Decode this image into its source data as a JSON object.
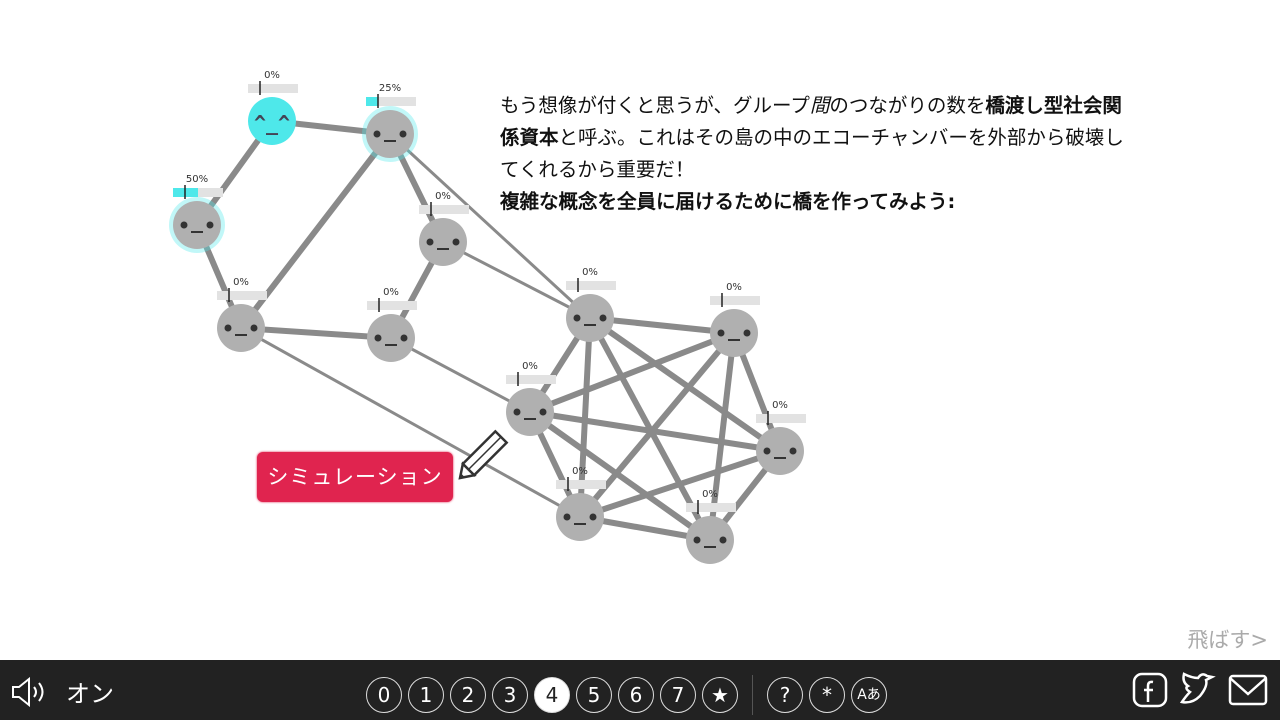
{
  "paragraph": {
    "p1_a": "もう想像が付くと思うが、グループ",
    "p1_em": "間",
    "p1_b": "のつながりの数を",
    "p1_bold": "橋渡し型社会関係資本",
    "p1_c": "と呼ぶ。これはその島の中のエコーチャンバーを外部から破壊してくれるから重要だ！",
    "p2_bold": "複雑な概念を全員に届けるために橋を作ってみよう:"
  },
  "simulate_button": "シミュレーション",
  "skip_link": "飛ばす>",
  "colors": {
    "infected": "#4ee8ea",
    "node": "#b0b0b0",
    "edge": "#8a8a8a",
    "button": "#e0244f",
    "bar": "#222222"
  },
  "graph": {
    "nodes": [
      {
        "label": "0%",
        "fill": 0,
        "face": "^_^",
        "infected": true
      },
      {
        "label": "25%",
        "fill": 0.25,
        "face": "neutral",
        "infected": false
      },
      {
        "label": "50%",
        "fill": 0.5,
        "face": "neutral",
        "infected": false
      },
      {
        "label": "0%",
        "fill": 0,
        "face": "neutral",
        "infected": false
      },
      {
        "label": "0%",
        "fill": 0,
        "face": "neutral",
        "infected": false
      },
      {
        "label": "0%",
        "fill": 0,
        "face": "neutral",
        "infected": false
      },
      {
        "label": "0%",
        "fill": 0,
        "face": "neutral",
        "infected": false
      },
      {
        "label": "0%",
        "fill": 0,
        "face": "neutral",
        "infected": false
      },
      {
        "label": "0%",
        "fill": 0,
        "face": "neutral",
        "infected": false
      },
      {
        "label": "0%",
        "fill": 0,
        "face": "neutral",
        "infected": false
      },
      {
        "label": "0%",
        "fill": 0,
        "face": "neutral",
        "infected": false
      },
      {
        "label": "0%",
        "fill": 0,
        "face": "neutral",
        "infected": false
      }
    ],
    "edges_strong": [
      [
        0,
        1
      ],
      [
        0,
        2
      ],
      [
        2,
        4
      ],
      [
        1,
        4
      ],
      [
        1,
        3
      ],
      [
        3,
        5
      ],
      [
        4,
        5
      ],
      [
        6,
        7
      ],
      [
        6,
        8
      ],
      [
        6,
        9
      ],
      [
        6,
        10
      ],
      [
        6,
        11
      ],
      [
        7,
        8
      ],
      [
        7,
        9
      ],
      [
        7,
        10
      ],
      [
        7,
        11
      ],
      [
        8,
        9
      ],
      [
        8,
        10
      ],
      [
        8,
        11
      ],
      [
        9,
        10
      ],
      [
        9,
        11
      ],
      [
        10,
        11
      ]
    ],
    "edges_bridge": [
      [
        1,
        6
      ],
      [
        3,
        6
      ],
      [
        5,
        8
      ],
      [
        4,
        10
      ]
    ]
  },
  "bottom_bar": {
    "sound_label": "オン",
    "sound_icon": "speaker-icon",
    "chapters": [
      "0",
      "1",
      "2",
      "3",
      "4",
      "5",
      "6",
      "7",
      "★"
    ],
    "active_chapter": "4",
    "extras": [
      "?",
      "*",
      "Aあ"
    ],
    "social_icons": [
      "facebook-icon",
      "twitter-icon",
      "email-icon"
    ]
  }
}
